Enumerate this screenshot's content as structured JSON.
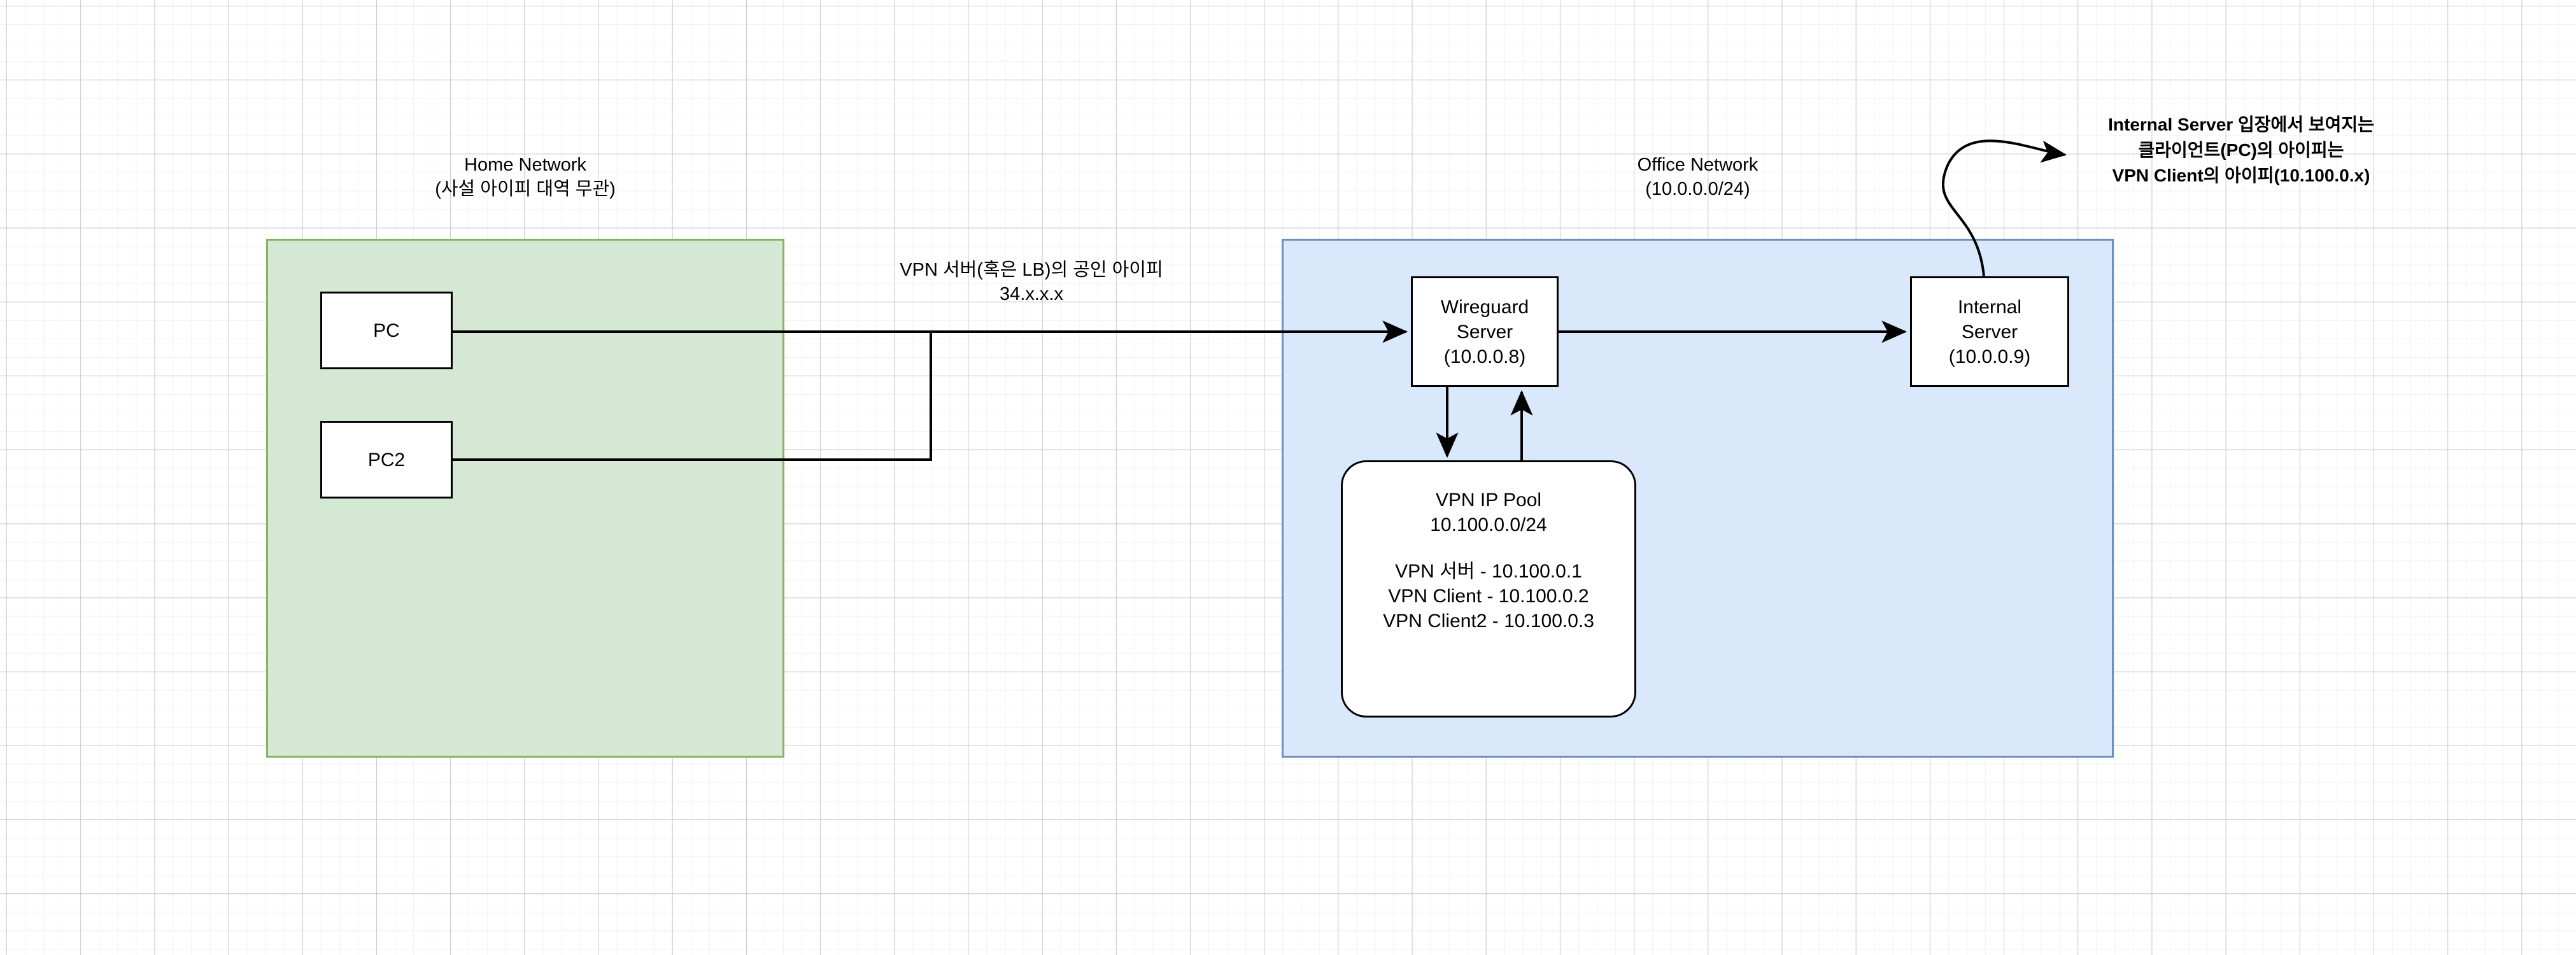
{
  "zones": {
    "home": {
      "title": "Home Network",
      "subtitle": "(사설 아이피 대역 무관)",
      "fill": "#d5e8d4",
      "stroke": "#82b366"
    },
    "office": {
      "title": "Office Network",
      "subtitle": "(10.0.0.0/24)",
      "fill": "#dae8fc",
      "stroke": "#6c8ebf"
    }
  },
  "nodes": {
    "pc": {
      "label": "PC"
    },
    "pc2": {
      "label": "PC2"
    },
    "wireguard": {
      "line1": "Wireguard",
      "line2": "Server",
      "line3": "(10.0.0.8)"
    },
    "internal": {
      "line1": "Internal",
      "line2": "Server",
      "line3": "(10.0.0.9)"
    },
    "vpn_pool": {
      "title": "VPN IP Pool",
      "cidr": "10.100.0.0/24",
      "entries": [
        "VPN 서버 - 10.100.0.1",
        "VPN Client - 10.100.0.2",
        "VPN Client2 - 10.100.0.3"
      ]
    }
  },
  "edges": {
    "wan_label_line1": "VPN 서버(혹은 LB)의 공인 아이피",
    "wan_label_line2": "34.x.x.x"
  },
  "callout": {
    "line1": "Internal Server 입장에서 보여지는",
    "line2": "클라이언트(PC)의 아이피는",
    "line3": "VPN Client의 아이피(10.100.0.x)"
  },
  "colors": {
    "stroke": "#000000",
    "canvas": "#ffffff",
    "grid_minor": "#f2f2f2",
    "grid_major": "#c9c9c9"
  }
}
